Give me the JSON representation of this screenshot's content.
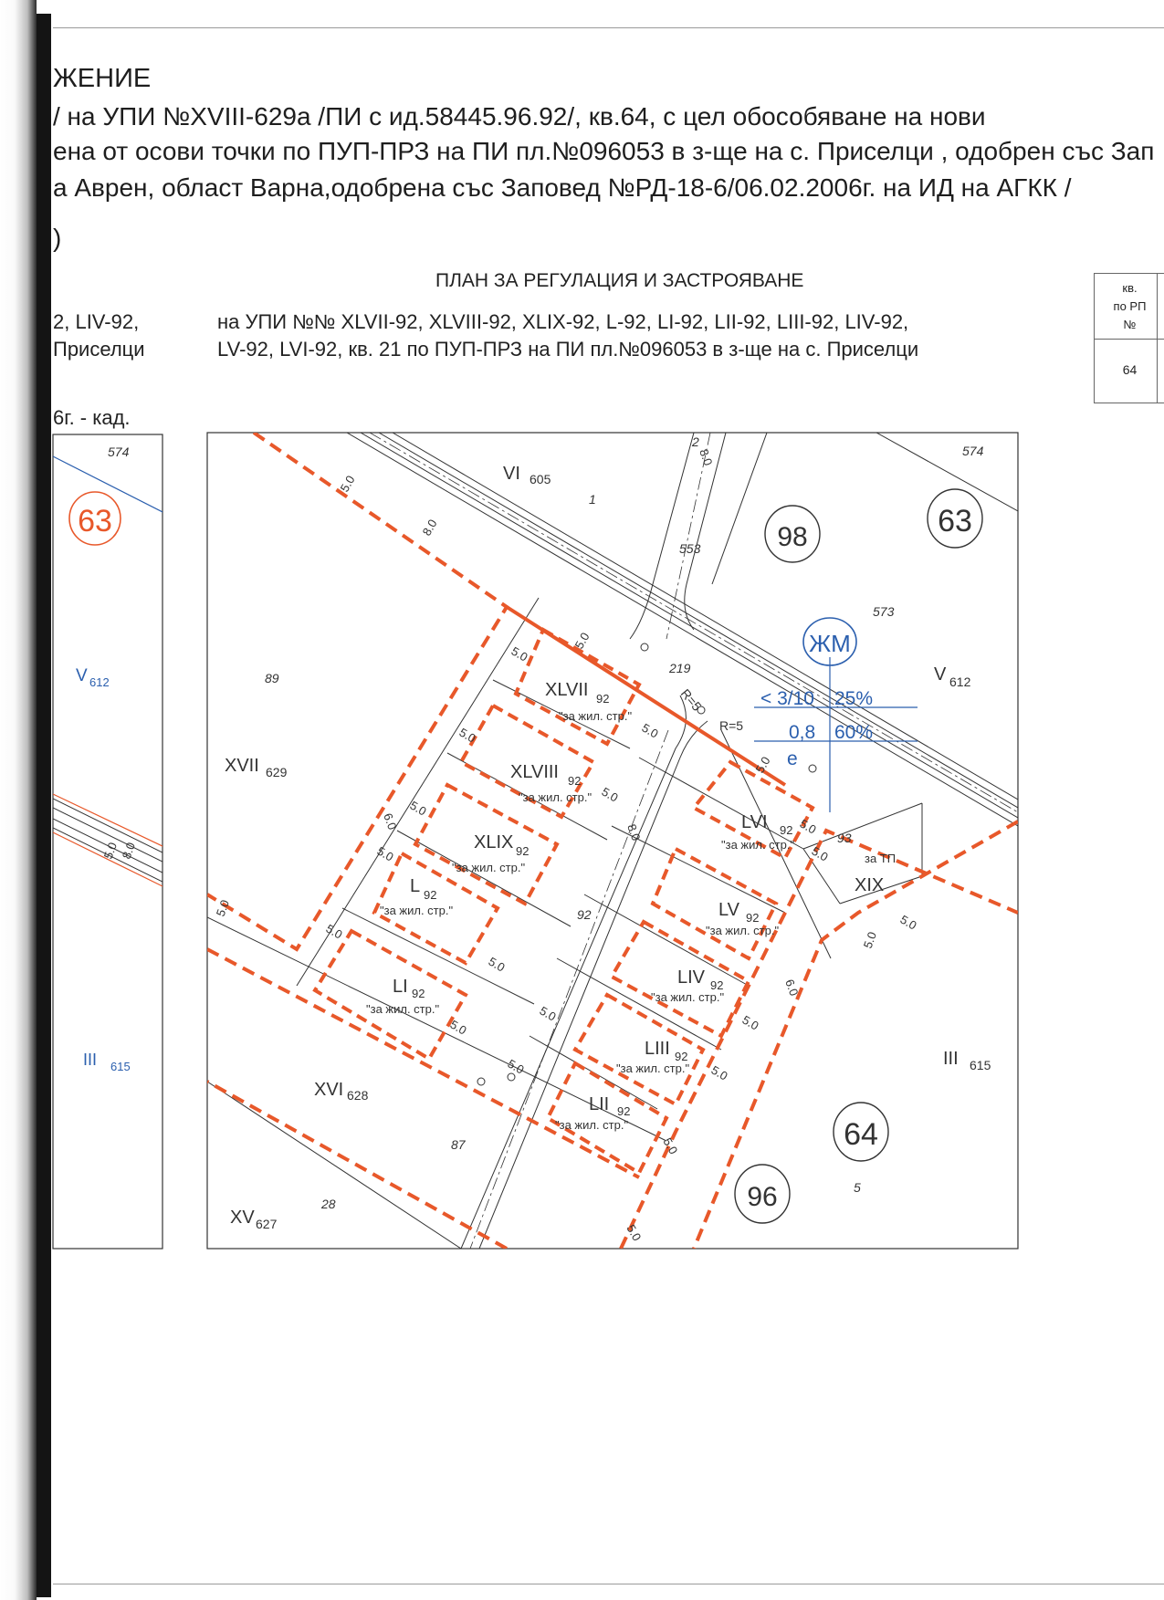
{
  "header": {
    "title": "ЖЕНИЕ",
    "line1": "/  на УПИ №XVIII-629а /ПИ с ид.58445.96.92/, кв.64, с цел обособяване на нови",
    "line2": "ена от осови точки по ПУП-ПРЗ на ПИ пл.№096053 в з-ще на с. Приселци , одобрен със Зап",
    "line3": "а Аврен, област Варна,одобрена със Заповед №РД-18-6/06.02.2006г. на ИД на АГКК /",
    "fragment": ")"
  },
  "plan": {
    "title": "ПЛАН ЗА РЕГУЛАЦИЯ И ЗАСТРОЯВАНЕ",
    "desc_line1": "на УПИ №№ XLVII-92, XLVIII-92, XLIX-92, L-92, LI-92, LII-92, LIII-92, LIV-92,",
    "desc_line2": "LV-92, LVI-92, кв. 21 по ПУП-ПРЗ на ПИ пл.№096053 в з-ще на с. Приселци"
  },
  "left_fragments": {
    "line1": "2, LIV-92,",
    "line2": "Приселци",
    "line3": "6г. - кад."
  },
  "side_table": {
    "head_line1": "кв.",
    "head_line2": "по РП",
    "head_line3": "№",
    "value": "64"
  },
  "colors": {
    "red": "#e8582a",
    "blue": "#2b5fae",
    "line": "#333333"
  },
  "left_map": {
    "num_574": "574",
    "block_63": "63",
    "v_label": "V",
    "v_sub": "612",
    "iii_label": "III",
    "iii_sub": "615"
  },
  "main_map": {
    "top": {
      "vi": "VI",
      "vi_sub": "605",
      "p1": "1",
      "p2": "2",
      "p553": "553",
      "p574": "574",
      "p573": "573",
      "p219": "219",
      "p89": "89",
      "p92": "92",
      "p93": "93",
      "p87": "87",
      "p28": "28",
      "p5": "5"
    },
    "blocks": {
      "b98": "98",
      "b63": "63",
      "b64": "64",
      "b96": "96"
    },
    "zone": {
      "code": "ЖМ",
      "row1a": "< 3/10",
      "row1b": "25%",
      "row2a": "0,8",
      "row2b": "60%",
      "row3": "е"
    },
    "road": {
      "r5a": "R=5",
      "r5b": "R=5"
    },
    "neighbors": {
      "v": "V",
      "v_sub": "612",
      "xvii": "XVII",
      "xvii_sub": "629",
      "xvi": "XVI",
      "xvi_sub": "628",
      "xv": "XV",
      "xv_sub": "627",
      "iii": "III",
      "iii_sub": "615",
      "xix": "XIX",
      "tp": "за ТП"
    },
    "lots": [
      {
        "name": "XLVII",
        "sub": "92",
        "use": "\"за жил. стр.\""
      },
      {
        "name": "XLVIII",
        "sub": "92",
        "use": "\"за жил. стр.\""
      },
      {
        "name": "XLIX",
        "sub": "92",
        "use": "\"за жил. стр.\""
      },
      {
        "name": "L",
        "sub": "92",
        "use": "\"за жил. стр.\""
      },
      {
        "name": "LI",
        "sub": "92",
        "use": "\"за жил. стр.\""
      },
      {
        "name": "LVI",
        "sub": "92",
        "use": "\"за жил. стр.\""
      },
      {
        "name": "LV",
        "sub": "92",
        "use": "\"за жил. стр.\""
      },
      {
        "name": "LIV",
        "sub": "92",
        "use": "\"за жил. стр.\""
      },
      {
        "name": "LIII",
        "sub": "92",
        "use": "\"за жил. стр.\""
      },
      {
        "name": "LII",
        "sub": "92",
        "use": "\"за жил. стр.\""
      }
    ],
    "dims": {
      "d5": "5.0",
      "d8": "8.0",
      "d6": "6.0"
    }
  }
}
